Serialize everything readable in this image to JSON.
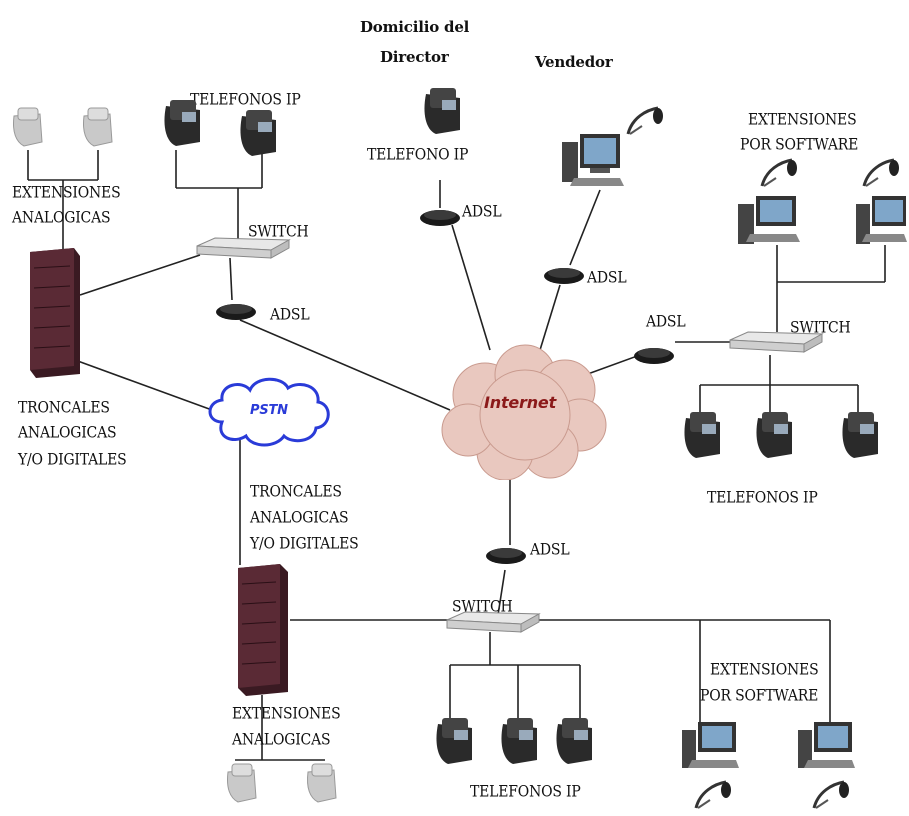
{
  "labels": {
    "domicilio_line1": "Domicilio del",
    "domicilio_line2": "Director",
    "vendedor": "Vendedor",
    "telefonos_ip_top": "TELEFONOS IP",
    "telefono_ip_director": "TELEFONO IP",
    "ext_analog_top_1": "EXTENSIONES",
    "ext_analog_top_2": "ANALOGICAS",
    "switch_left": "SWITCH",
    "adsl_left": "ADSL",
    "adsl_director": "ADSL",
    "adsl_vendedor": "ADSL",
    "adsl_right": "ADSL",
    "adsl_bottom": "ADSL",
    "ext_software_right_1": "EXTENSIONES",
    "ext_software_right_2": "POR SOFTWARE",
    "switch_right": "SWITCH",
    "telefonos_ip_right": "TELEFONOS IP",
    "troncales_left_1": "TRONCALES",
    "troncales_left_2": "ANALOGICAS",
    "troncales_left_3": "Y/O DIGITALES",
    "pstn": "PSTN",
    "internet": "Internet",
    "troncales_bottom_1": "TRONCALES",
    "troncales_bottom_2": "ANALOGICAS",
    "troncales_bottom_3": "Y/O DIGITALES",
    "switch_bottom": "SWITCH",
    "ext_software_bottom_1": "EXTENSIONES",
    "ext_software_bottom_2": "POR SOFTWARE",
    "ext_analog_bottom_1": "EXTENSIONES",
    "ext_analog_bottom_2": "ANALOGICAS",
    "telefonos_ip_bottom": "TELEFONOS IP"
  },
  "colors": {
    "server_rack": "#3a1a22",
    "cloud_fill": "#e9c8bf",
    "pstn_outline": "#2a3bd8",
    "pstn_text": "#2a3bd8",
    "internet_text": "#8b1a1a",
    "wire": "#222222"
  }
}
